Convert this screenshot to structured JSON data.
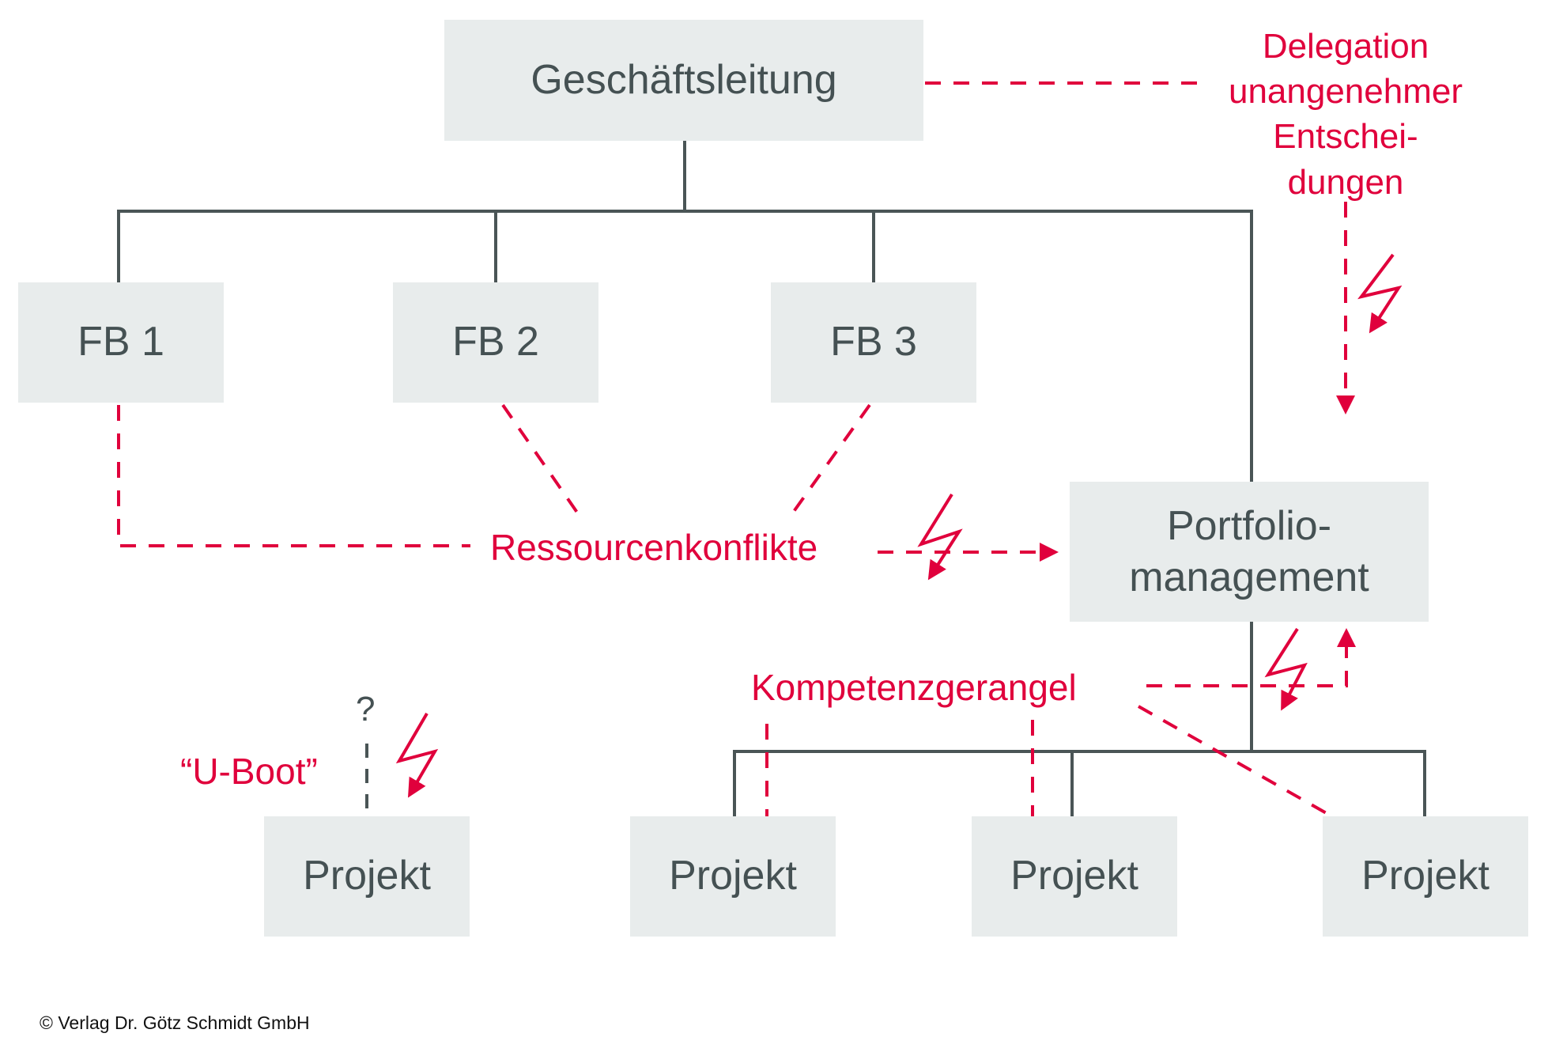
{
  "nodes": {
    "top": "Geschäftsleitung",
    "fb1": "FB 1",
    "fb2": "FB 2",
    "fb3": "FB 3",
    "portfolio": "Portfolio-\nmanagement",
    "projects": [
      "Projekt",
      "Projekt",
      "Projekt",
      "Projekt"
    ]
  },
  "annotations": {
    "delegation": "Delegation\nunangenehmer\nEntschei-\ndungen",
    "ressourcen": "Ressourcenkonflikte",
    "kompetenz": "Kompetenzgerangel",
    "uboot": "“U-Boot”",
    "question": "?"
  },
  "colors": {
    "accent": "#e0003c",
    "line": "#4a5556",
    "box": "#e8ecec",
    "text": "#455153"
  },
  "footer": {
    "copyright": "© Verlag Dr. Götz Schmidt GmbH"
  }
}
